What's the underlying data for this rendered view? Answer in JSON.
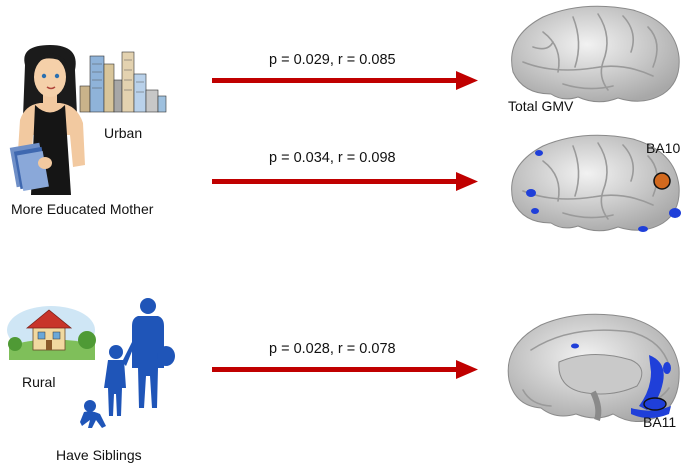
{
  "top_group": {
    "urban_label": "Urban",
    "mother_label": "More Educated Mother"
  },
  "bottom_group": {
    "rural_label": "Rural",
    "siblings_label": "Have Siblings"
  },
  "associations": [
    {
      "stat": "p = 0.029, r = 0.085",
      "target": "Total GMV"
    },
    {
      "stat": "p = 0.034, r = 0.098",
      "target": "BA10"
    },
    {
      "stat": "p = 0.028, r = 0.078",
      "target": "BA11"
    }
  ],
  "colors": {
    "arrow": "#c00000",
    "brain": "#d9d9d9",
    "highlight_blue": "#1f3fd9",
    "highlight_orange": "#d2691e",
    "silhouette": "#1f55b8"
  },
  "icons": [
    "woman-with-books-icon",
    "city-buildings-icon",
    "house-landscape-icon",
    "family-silhouette-icon",
    "brain-lateral-icon",
    "brain-medial-icon"
  ]
}
